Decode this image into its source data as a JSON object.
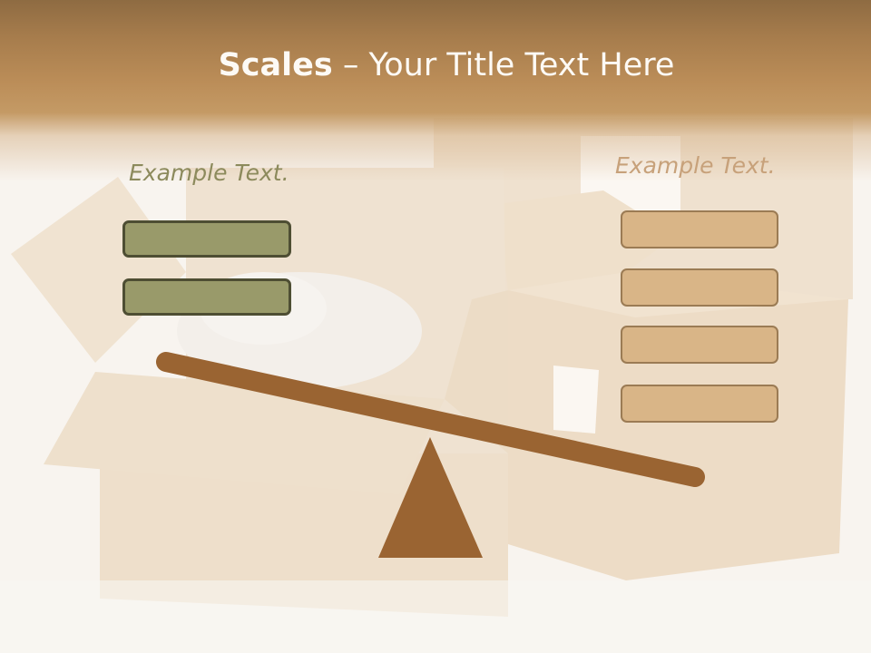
{
  "slide": {
    "title_bold": "Scales",
    "title_rest": " – Your Title Text Here",
    "left_label": "Example Text.",
    "right_label": "Example Text.",
    "left_boxes_count": 2,
    "right_boxes_count": 4
  },
  "colors": {
    "header": "#a67c4c",
    "scale_beam": "#9a6432",
    "left_box_fill": "#999a6a",
    "right_box_fill": "#d9b587"
  }
}
